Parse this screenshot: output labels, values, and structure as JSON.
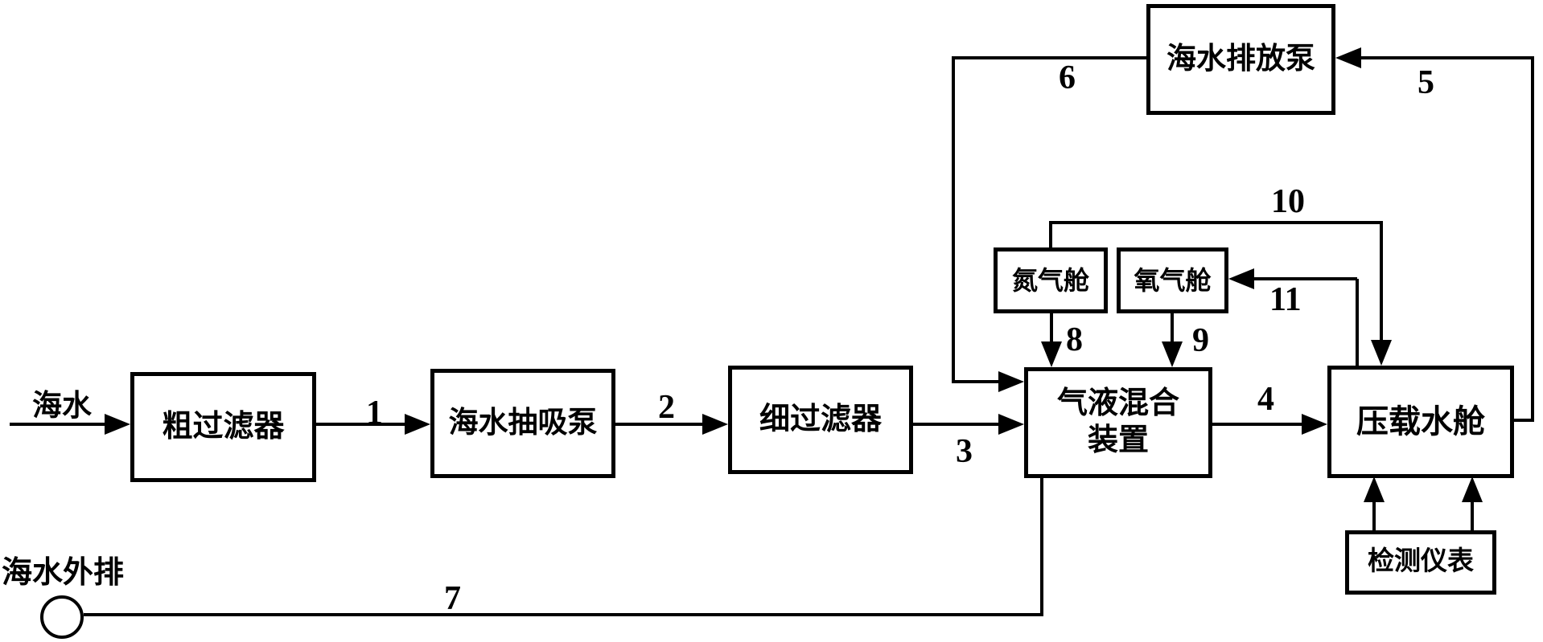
{
  "nodes": {
    "coarse_filter": "粗过滤器",
    "suction_pump": "海水抽吸泵",
    "fine_filter": "细过滤器",
    "mixing_device_line1": "气液混合",
    "mixing_device_line2": "装置",
    "ballast_tank": "压载水舱",
    "discharge_pump": "海水排放泵",
    "nitrogen_tank": "氮气舱",
    "oxygen_tank": "氧气舱",
    "instruments": "检测仪表"
  },
  "labels": {
    "inlet": "海水",
    "overboard": "海水外排"
  },
  "flow_numbers": {
    "f1": "1",
    "f2": "2",
    "f3": "3",
    "f4": "4",
    "f5": "5",
    "f6": "6",
    "f7": "7",
    "f8": "8",
    "f9": "9",
    "f10": "10",
    "f11": "11"
  },
  "colors": {
    "line": "#000000",
    "background": "#ffffff"
  }
}
